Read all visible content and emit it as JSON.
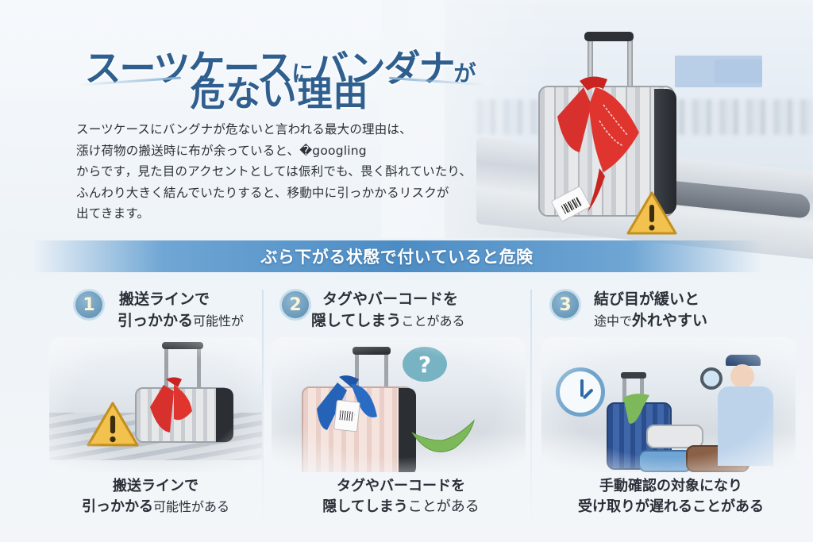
{
  "title": {
    "line1_a": "スーツケース",
    "line1_b": "に",
    "line1_c": "バンダナ",
    "line1_d": "が",
    "line2": "危ない理由"
  },
  "intro": {
    "lines": [
      "スーツケースにバングナが危ないと言われる最大の理由は、",
      "漲け荷物の搬送時に布が余っていると、�googling",
      "からです，見た目のアクセントとしては侲利でも、畏く酙れていたり、",
      "ふんわり大きく結んでいたりすると、移動中に引っかかるリスクが",
      "出てきます。"
    ]
  },
  "banner": {
    "text": "ぶら下がる状慇で付いていると危険"
  },
  "panels": [
    {
      "number": "1",
      "head_line1": "搬送ラインで",
      "head_line2_bold": "引っかかる",
      "head_line2_lite": "可能性が",
      "foot_line1": "搬送ラインで",
      "foot_line2_bold": "引っかかる",
      "foot_line2_lite": "可能性がある",
      "scene_icons": [
        "warning-icon",
        "suitcase-silver",
        "red-bandana",
        "conveyor"
      ]
    },
    {
      "number": "2",
      "head_line1": "タグやバーコードを",
      "head_line2_bold": "隠してしまう",
      "head_line2_lite": "ことがある",
      "foot_line1": "タグやバーコードを",
      "foot_line2_bold": "隠してしまう",
      "foot_line2_lite": "ことがある",
      "bubble": "?",
      "scene_icons": [
        "question-bubble-icon",
        "suitcase-pink",
        "blue-bandana",
        "luggage-tag",
        "green-bandana-flying"
      ]
    },
    {
      "number": "3",
      "head_line1": "結び目が緩いと",
      "head_line2_lite": "途中で",
      "head_line2_bold": "外れやすい",
      "foot_line1": "手動確認の対象になり",
      "foot_line2": "受け取りが遅れることがある",
      "scene_icons": [
        "clock-icon",
        "suitcases-stack",
        "green-bandana",
        "inspector-with-magnifier"
      ]
    }
  ],
  "colors": {
    "title": "#2e5f8e",
    "banner": "#4c8cc4",
    "number_circle": "#6a9ab9",
    "number_text": "#fbf4d6",
    "bandana_red": "#d8302c",
    "bandana_blue": "#2563b8",
    "bandana_green": "#7db85a",
    "warning_yellow": "#f2c14e"
  }
}
